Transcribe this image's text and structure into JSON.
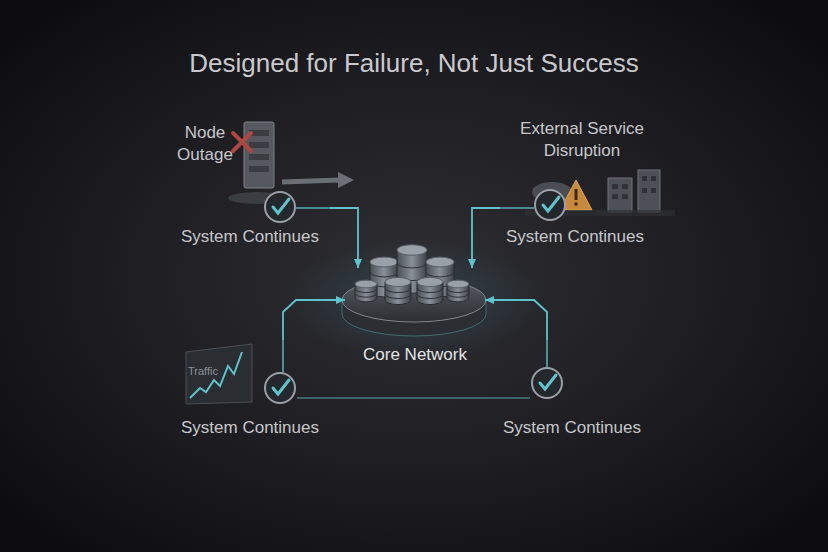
{
  "diagram": {
    "title": "Designed for Failure, Not Just Success",
    "nodes": [
      {
        "text": [
          "Node Outage",
          "System Continues"
        ]
      },
      {
        "text": [
          "External Service Disruption",
          "System Continues"
        ]
      },
      {
        "text": [
          "Core Network"
        ]
      },
      {
        "text": [
          "Traffic",
          "System Continues"
        ]
      },
      {
        "text": [
          "System Continues"
        ]
      }
    ],
    "edges": [
      {
        "from": 0,
        "to": 2,
        "arrow": "to"
      },
      {
        "from": 1,
        "to": 2,
        "arrow": "to"
      },
      {
        "from": 3,
        "to": 2,
        "arrow": "to"
      },
      {
        "from": 4,
        "to": 2,
        "arrow": "to"
      }
    ]
  }
}
